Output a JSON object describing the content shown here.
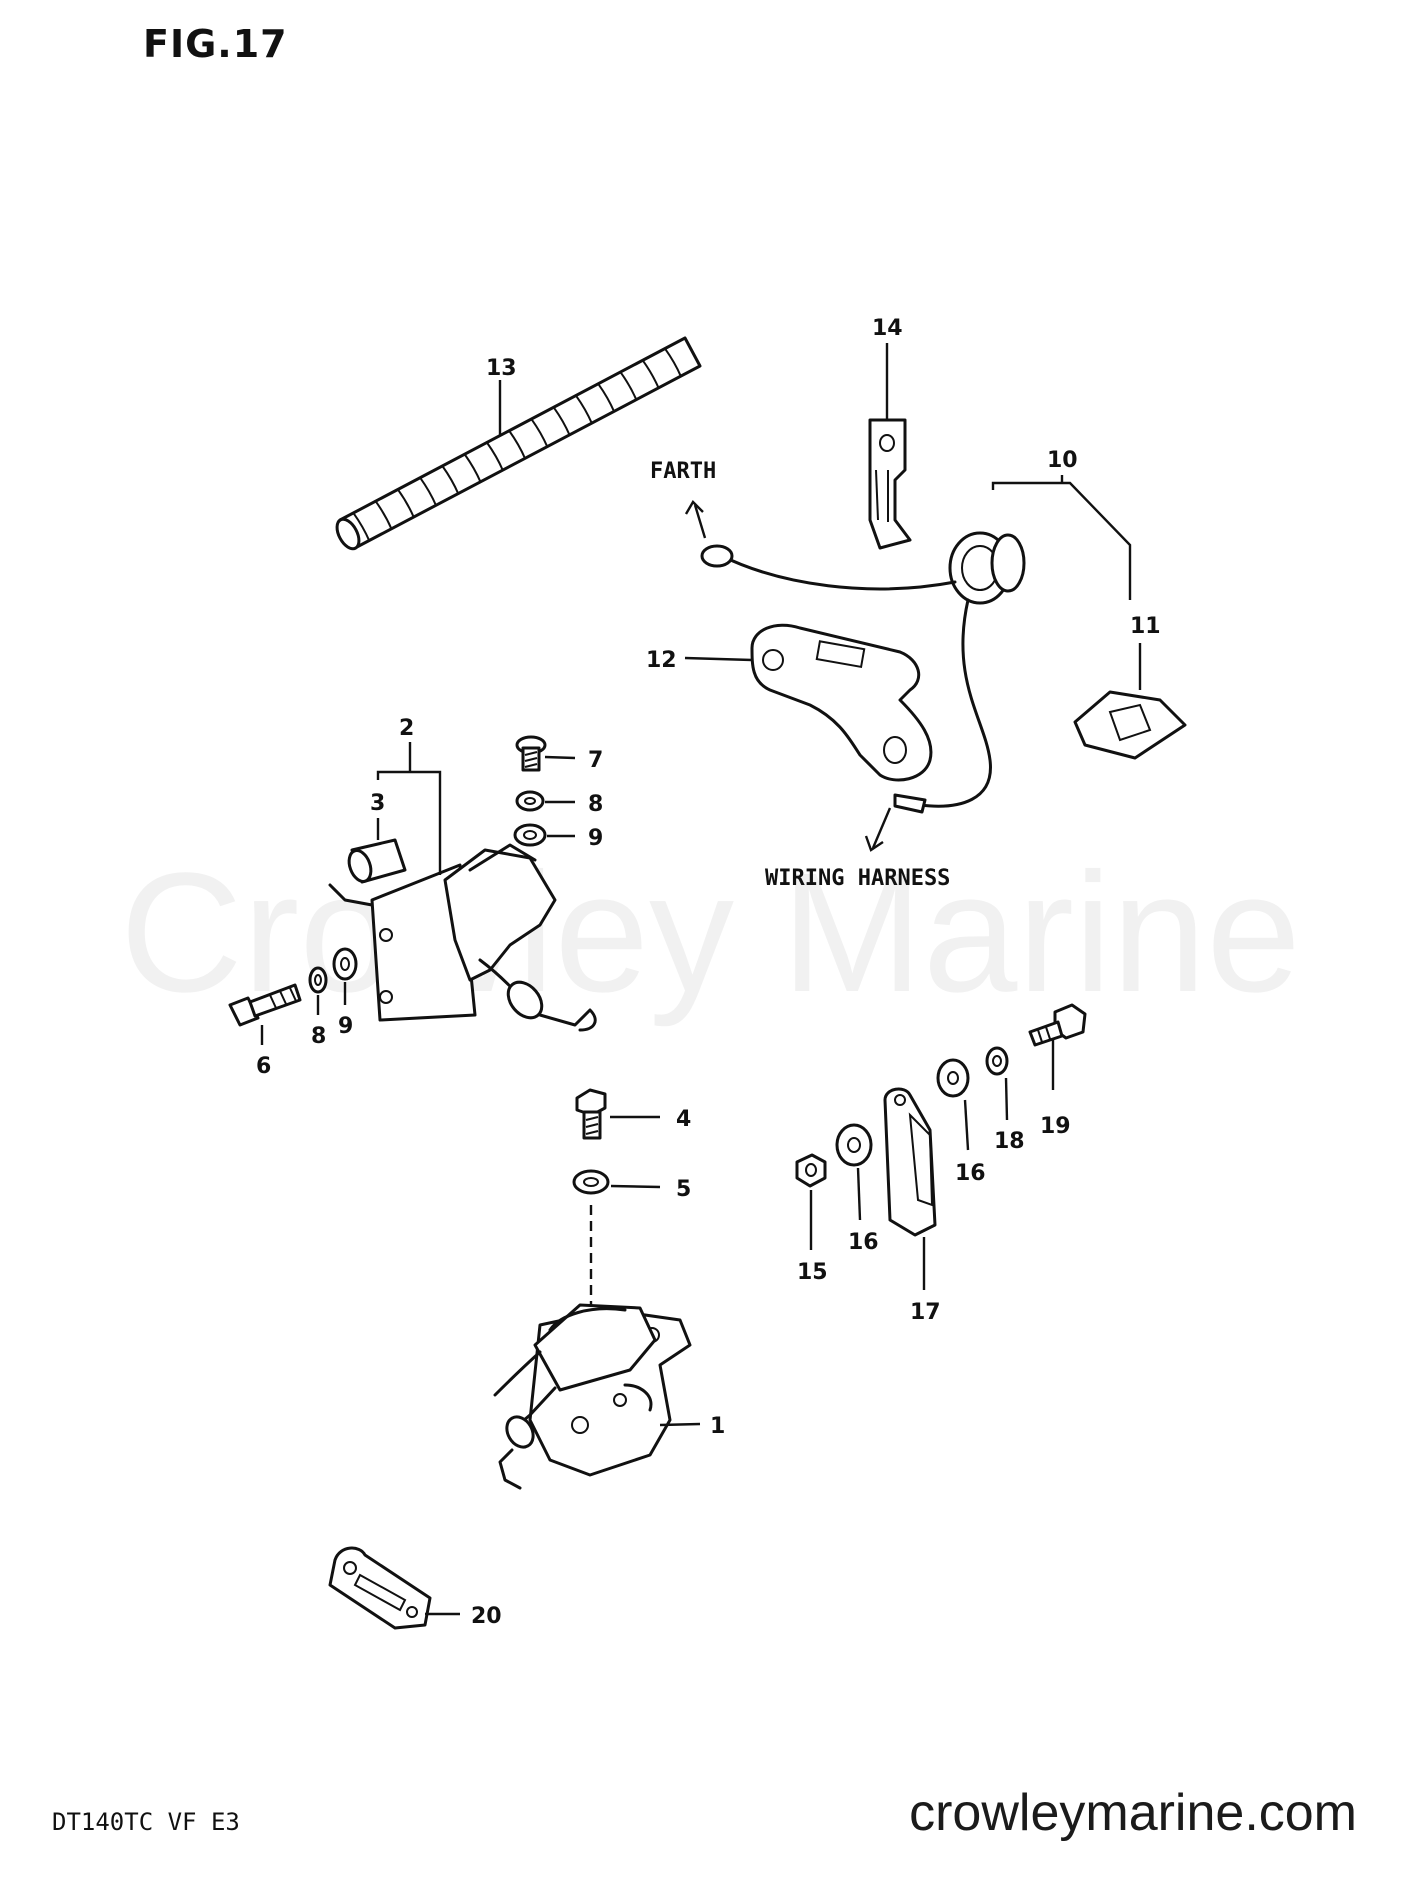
{
  "header": {
    "figure_label": "FIG.17"
  },
  "footer": {
    "model_code": "DT140TC VF E3",
    "website": "crowleymarine.com"
  },
  "watermark": "Crowley Marine",
  "annotations": {
    "earth": "FARTH",
    "wiring_harness": "WIRING HARNESS"
  },
  "callouts": {
    "c1": "1",
    "c2": "2",
    "c3": "3",
    "c4": "4",
    "c5": "5",
    "c6": "6",
    "c7": "7",
    "c8a": "8",
    "c8b": "8",
    "c9a": "9",
    "c9b": "9",
    "c10": "10",
    "c11": "11",
    "c12": "12",
    "c13": "13",
    "c14": "14",
    "c15": "15",
    "c16a": "16",
    "c16b": "16",
    "c17": "17",
    "c18": "18",
    "c19": "19",
    "c20": "20"
  }
}
